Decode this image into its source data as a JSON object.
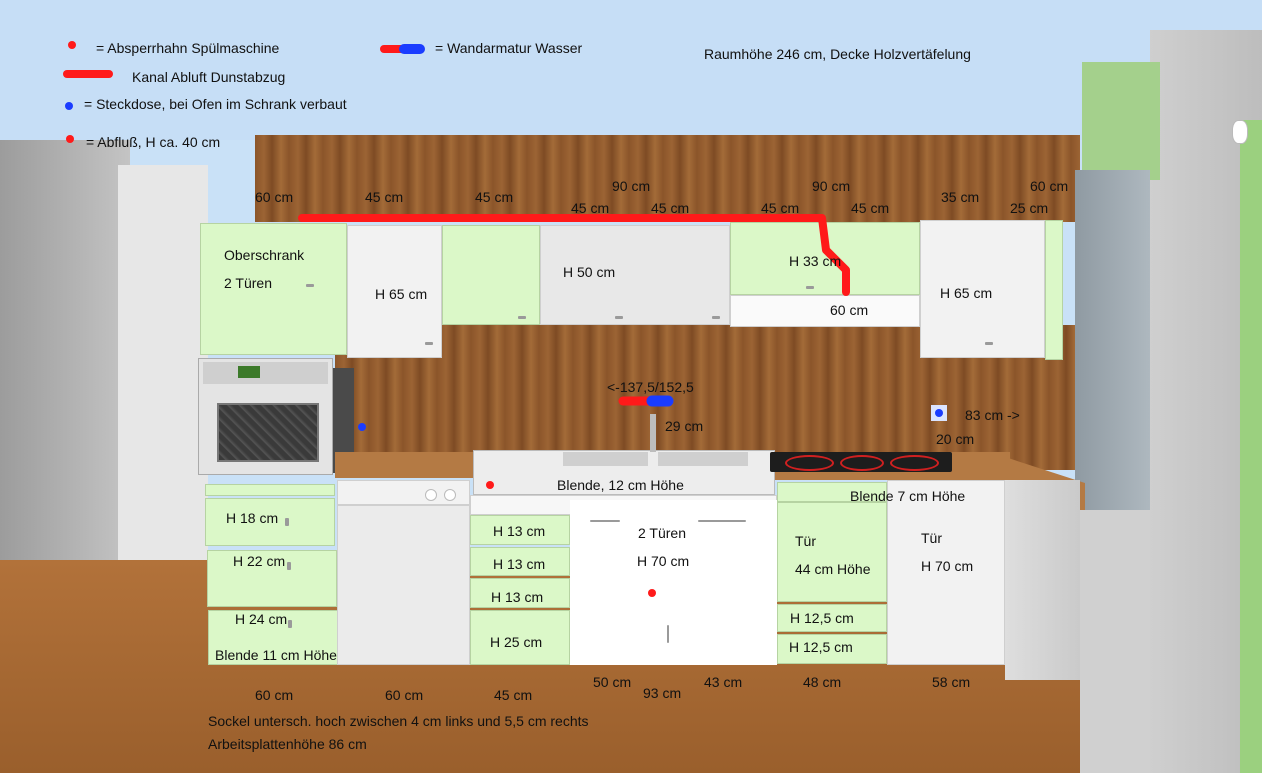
{
  "colors": {
    "red_marker": "#ff1a1a",
    "blue_marker": "#1a3cff",
    "green_cabinet": "#dbf8c8",
    "white_cabinet": "#f2f2f2",
    "wood": "#8b552a"
  },
  "legend": {
    "shutoff": "= Absperrhahn Spülmaschine",
    "faucet": "= Wandarmatur Wasser",
    "duct": "Kanal Abluft Dunstabzug",
    "socket": "= Steckdose, bei Ofen im Schrank verbaut",
    "drain": "= Abfluß, H ca. 40 cm"
  },
  "room_note": "Raumhöhe 246 cm, Decke Holzvertäfelung",
  "upper_widths": {
    "w60a": "60 cm",
    "w45a": "45 cm",
    "w45b": "45 cm",
    "w90a": "90 cm",
    "w45c": "45 cm",
    "w45d": "45 cm",
    "w90b": "90 cm",
    "w45e": "45 cm",
    "w45f": "45 cm",
    "w35": "35 cm",
    "w60b": "60 cm",
    "w25": "25 cm"
  },
  "upper_labels": {
    "oberschrank": "Oberschrank",
    "zwei_tueren": "2 Türen",
    "h65a": "H 65 cm",
    "h50": "H 50 cm",
    "h33": "H 33 cm",
    "hood60": "60 cm",
    "h65b": "H 65 cm"
  },
  "wall_labels": {
    "faucet_height": "<-137,5/152,5",
    "faucet_offset": "29 cm",
    "socket_dist": "83 cm ->",
    "socket_offset": "20 cm"
  },
  "lower_labels": {
    "h18": "H 18 cm",
    "h22": "H 22 cm",
    "h24": "H 24 cm",
    "blende11": "Blende 11 cm Höhe",
    "blende12": "Blende, 12 cm Höhe",
    "h13a": "H 13 cm",
    "h13b": "H 13 cm",
    "h13c": "H 13 cm",
    "h25": "H 25 cm",
    "tueren2": "2 Türen",
    "h70a": "H 70 cm",
    "blende7": "Blende 7 cm Höhe",
    "tuer1": "Tür",
    "h44": "44 cm Höhe",
    "h125a": "H 12,5 cm",
    "h125b": "H 12,5 cm",
    "tuer2": "Tür",
    "h70b": "H 70 cm"
  },
  "lower_widths": {
    "b60a": "60 cm",
    "b60b": "60 cm",
    "b45": "45 cm",
    "b50": "50 cm",
    "b93": "93 cm",
    "b43": "43 cm",
    "b48": "48 cm",
    "b58": "58 cm"
  },
  "notes": {
    "sockel": "Sockel untersch. hoch zwischen 4 cm links und 5,5 cm rechts",
    "worktop": "Arbeitsplattenhöhe 86 cm"
  }
}
